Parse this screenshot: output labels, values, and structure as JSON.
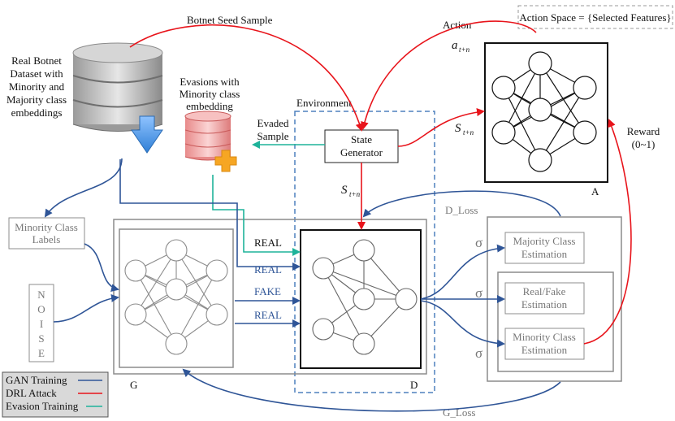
{
  "labels": {
    "botnet_seed_sample": "Botnet Seed Sample",
    "action": "Action",
    "action_symbol": "a",
    "action_sub": "t+n",
    "action_space": "Action Space = {Selected Features}",
    "real_dataset": [
      "Real Botnet",
      "Dataset with",
      "Minority and",
      "Majority class",
      "embeddings"
    ],
    "evasions": [
      "Evasions with",
      "Minority class",
      "embedding"
    ],
    "environment": "Environment",
    "evaded_sample": [
      "Evaded",
      "Sample"
    ],
    "state_generator": [
      "State",
      "Generator"
    ],
    "state_symbol": "S",
    "state_sub": "t+n",
    "reward": [
      "Reward",
      "(0~1)"
    ],
    "agent_label": "A",
    "d_loss": "D_Loss",
    "g_loss": "G_Loss",
    "minority_class_labels": [
      "Minority Class",
      "Labels"
    ],
    "noise": [
      "N",
      "O",
      "I",
      "S",
      "E"
    ],
    "real": "REAL",
    "fake": "FAKE",
    "generator_label": "G",
    "discriminator_label": "D",
    "sigma": "σ",
    "majority_estimation": [
      "Majority Class",
      "Estimation"
    ],
    "realfake_estimation": [
      "Real/Fake",
      "Estimation"
    ],
    "minority_estimation": [
      "Minority Class",
      "Estimation"
    ]
  },
  "legend": [
    {
      "label": "GAN Training",
      "color": "#2f5597"
    },
    {
      "label": "DRL Attack",
      "color": "#e8141b"
    },
    {
      "label": "Evasion Training",
      "color": "#1fb39a"
    }
  ],
  "colors": {
    "gan": "#2f5597",
    "drl": "#e8141b",
    "evasion": "#1fb39a",
    "environment_border": "#4f81bd",
    "gray_box": "#8c8c8c"
  }
}
